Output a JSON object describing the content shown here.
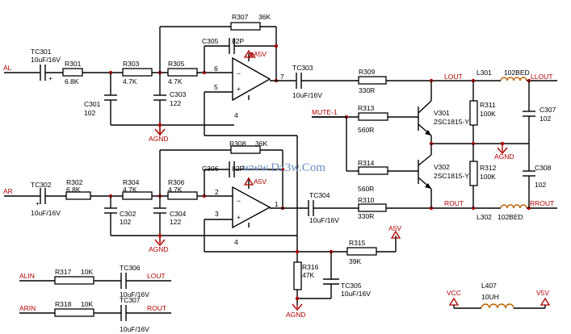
{
  "nets": {
    "al": "AL",
    "ar": "AR",
    "agnd1": "AGND",
    "agnd2": "AGND",
    "agnd3": "AGND",
    "agnd4": "AGND",
    "a5v1": "A5V",
    "a5v2": "A5V",
    "a5v3": "A5V",
    "mute": "MUTE-1",
    "lout1": "LOUT",
    "lout2": "LLOUT",
    "rout1": "ROUT",
    "rrout": "RROUT",
    "alin": "ALIN",
    "arin": "ARIN",
    "lout3": "LOUT",
    "rout3": "ROUT",
    "vcc": "VCC",
    "v5v": "V5V"
  },
  "components": {
    "tc301": {
      "name": "TC301",
      "value": "10uF/16V"
    },
    "r301": {
      "name": "R301",
      "value": "6.8K"
    },
    "r303": {
      "name": "R303",
      "value": "4.7K"
    },
    "r305": {
      "name": "R305",
      "value": "4.7K"
    },
    "c301": {
      "name": "C301",
      "value": "102"
    },
    "c303": {
      "name": "C303",
      "value": "122"
    },
    "r307": {
      "name": "R307",
      "value": "36K"
    },
    "c305": {
      "name": "C305",
      "value": "82P"
    },
    "tc303": {
      "name": "TC303",
      "value": "10uF/16V"
    },
    "r309": {
      "name": "R309",
      "value": "330R"
    },
    "r313": {
      "name": "R313",
      "value": "560R"
    },
    "r314": {
      "name": "R314",
      "value": "560R"
    },
    "v301": {
      "name": "V301",
      "value": "2SC1815-Y"
    },
    "v302": {
      "name": "V302",
      "value": "2SC1815-Y"
    },
    "r311": {
      "name": "R311",
      "value": "100K"
    },
    "r312": {
      "name": "R312",
      "value": "100K"
    },
    "l301": {
      "name": "L301",
      "value": "102BED"
    },
    "l302": {
      "name": "L302",
      "value": "102BED"
    },
    "c307": {
      "name": "C307",
      "value": "102"
    },
    "c308": {
      "name": "C308",
      "value": "102"
    },
    "tc302": {
      "name": "TC302",
      "value": "10uF/16V"
    },
    "r302": {
      "name": "R302",
      "value": "6.8K"
    },
    "r304": {
      "name": "R304",
      "value": "4.7K"
    },
    "r306": {
      "name": "R306",
      "value": "4.7K"
    },
    "c302": {
      "name": "C302",
      "value": "102"
    },
    "c304": {
      "name": "C304",
      "value": "122"
    },
    "r308": {
      "name": "R308",
      "value": "36K"
    },
    "c306": {
      "name": "C306",
      "value": "82P"
    },
    "tc304": {
      "name": "TC304",
      "value": "10uF/16V"
    },
    "r310": {
      "name": "R310",
      "value": "330R"
    },
    "r315": {
      "name": "R315",
      "value": "39K"
    },
    "r316": {
      "name": "R316",
      "value": "47K"
    },
    "tc305": {
      "name": "TC305",
      "value": "10uF/16V"
    },
    "r317": {
      "name": "R317",
      "value": "10K"
    },
    "r318": {
      "name": "R318",
      "value": "10K"
    },
    "tc306": {
      "name": "TC306",
      "value": "10uF/16V"
    },
    "tc307": {
      "name": "TC307",
      "value": "10uF/16V"
    },
    "l407": {
      "name": "L407",
      "value": "10UH"
    }
  },
  "pins": {
    "u1_p6": "6",
    "u1_p5": "5",
    "u1_p7": "7",
    "u1_p4": "4",
    "u2_p2": "2",
    "u2_p3": "3",
    "u2_p1": "1",
    "u2_p4": "4"
  },
  "watermark": "www.Dz3w.Com"
}
